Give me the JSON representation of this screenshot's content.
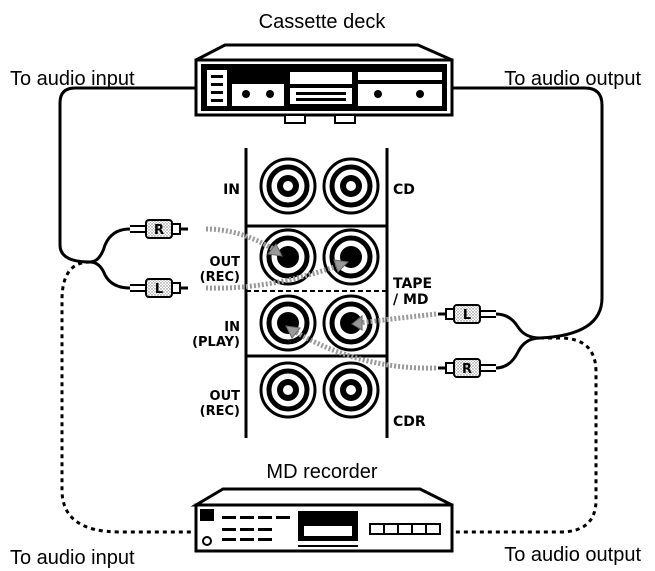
{
  "labels": {
    "cassette_deck": "Cassette deck",
    "md_recorder": "MD recorder",
    "top_left": "To audio input",
    "top_right": "To audio output",
    "bottom_left": "To audio input",
    "bottom_right": "To audio output"
  },
  "panel": {
    "cd_in": "IN",
    "cd": "CD",
    "tape_out_line1": "OUT",
    "tape_out_line2": "(REC)",
    "tape_md_line1": "TAPE",
    "tape_md_line2": "/ MD",
    "tape_in_line1": "IN",
    "tape_in_line2": "(PLAY)",
    "cdr_out_line1": "OUT",
    "cdr_out_line2": "(REC)",
    "cdr": "CDR"
  },
  "plugs": {
    "left_upper": "R",
    "left_lower": "L",
    "right_upper": "L",
    "right_lower": "R"
  }
}
